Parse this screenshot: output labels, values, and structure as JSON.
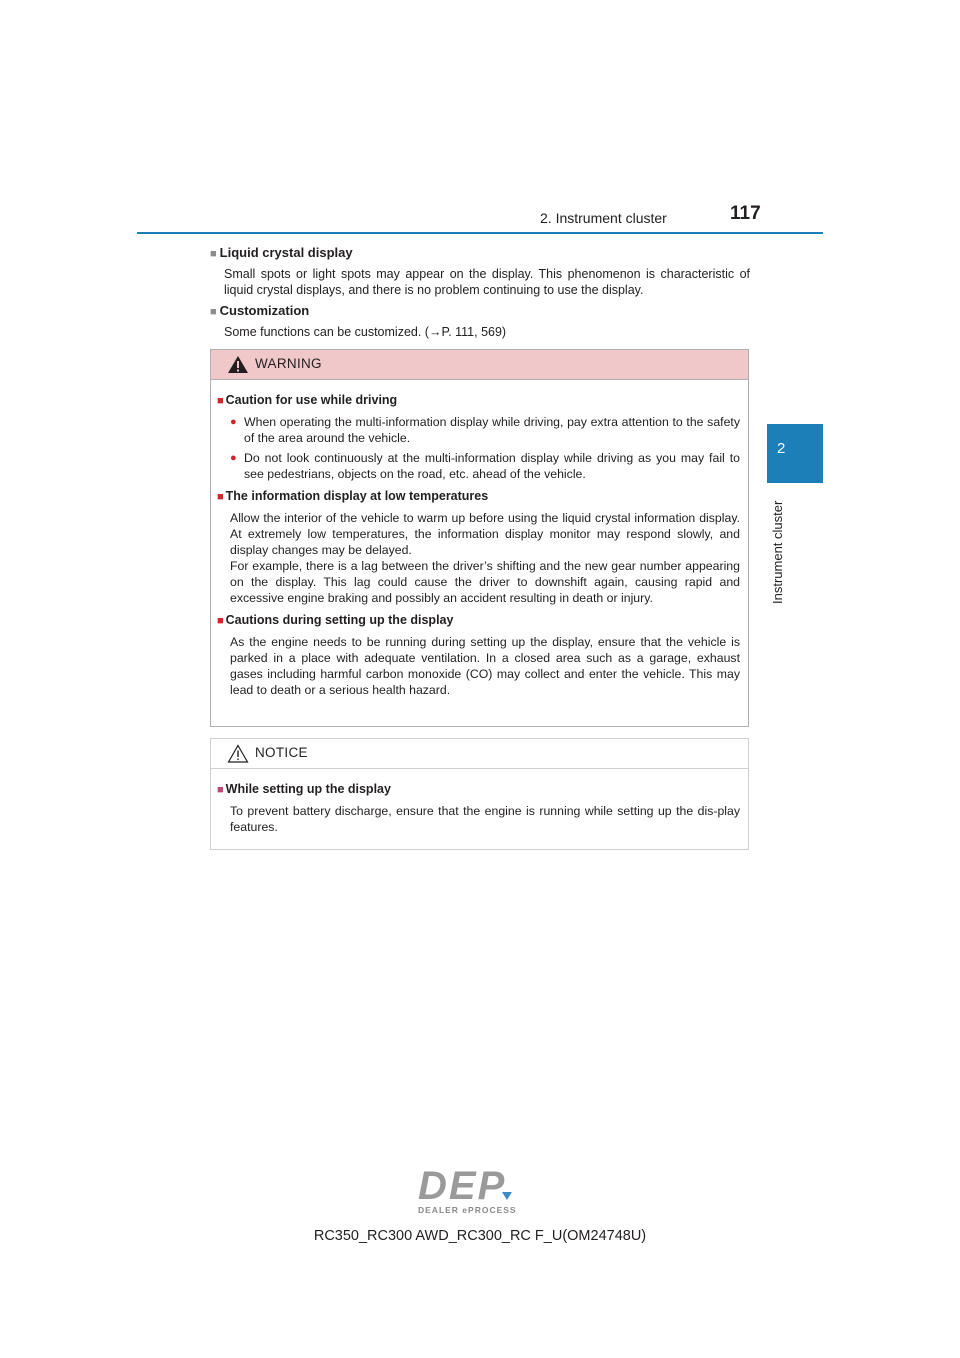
{
  "header": {
    "chapter_title": "2. Instrument cluster",
    "page_number": "117"
  },
  "side_tab": {
    "number": "2",
    "label": "Instrument cluster",
    "color": "#1c7fb8"
  },
  "sections": [
    {
      "heading": "Liquid crystal display",
      "body": "Small spots or light spots may appear on the display. This phenomenon is characteristic of liquid crystal displays, and there is no problem continuing to use the display."
    },
    {
      "heading": "Customization",
      "body": "Some functions can be customized. (→P. 111, 569)"
    }
  ],
  "warning": {
    "label": "WARNING",
    "header_color": "#f0c8c9",
    "items": [
      {
        "heading": "Caution for use while driving",
        "bullets": [
          "When operating the multi-information display while driving, pay extra attention to the safety of the area around the vehicle.",
          "Do not look continuously at the multi-information display while driving as you may fail to see pedestrians, objects on the road, etc. ahead of the vehicle."
        ]
      },
      {
        "heading": "The information display at low temperatures",
        "paragraphs": [
          "Allow the interior of the vehicle to warm up before using the liquid crystal information display. At extremely low temperatures, the information display monitor may respond slowly, and display changes may be delayed.",
          "For example, there is a lag between the driver’s shifting and the new gear number appearing on the display. This lag could cause the driver to downshift again, causing rapid and excessive engine braking and possibly an accident resulting in death or injury."
        ]
      },
      {
        "heading": "Cautions during setting up the display",
        "paragraphs": [
          "As the engine needs to be running during setting up the display, ensure that the vehicle is parked in a place with adequate ventilation. In a closed area such as a garage, exhaust gases including harmful carbon monoxide (CO) may collect and enter the vehicle. This may lead to death or a serious health hazard."
        ]
      }
    ]
  },
  "notice": {
    "label": "NOTICE",
    "items": [
      {
        "heading": "While setting up the display",
        "paragraphs": [
          "To prevent battery discharge, ensure that the engine is running while setting up the dis-play features."
        ]
      }
    ]
  },
  "logo": {
    "text": "DEP",
    "subtext": "DEALER ePROCESS",
    "icon": "dep-logo"
  },
  "footer": {
    "code": "RC350_RC300 AWD_RC300_RC F_U(OM24748U)"
  }
}
